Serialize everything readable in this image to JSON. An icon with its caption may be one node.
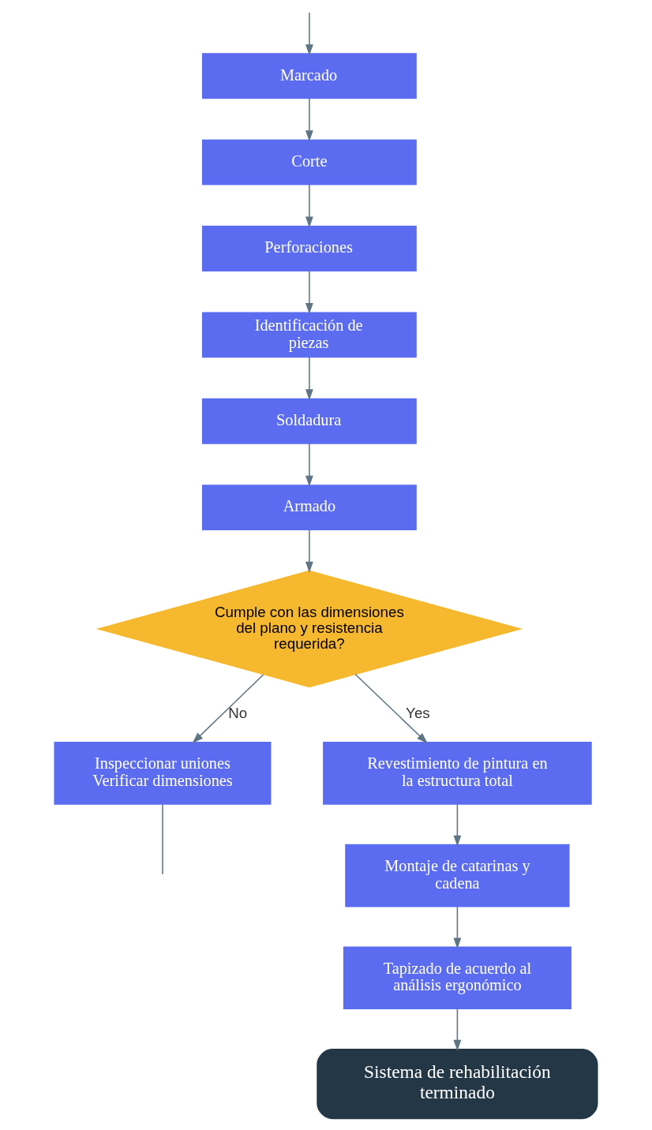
{
  "diagram": {
    "nodes": [
      {
        "text": [
          "Marcado"
        ]
      },
      {
        "text": [
          "Corte"
        ]
      },
      {
        "text": [
          "Perforaciones"
        ]
      },
      {
        "text": [
          "Identificación de piezas"
        ]
      },
      {
        "text": [
          "Soldadura"
        ]
      },
      {
        "text": [
          "Armado"
        ]
      },
      {
        "text": [
          "Cumple con las dimensiones del plano y resistencia requerida?"
        ]
      },
      {
        "text": [
          "Inspeccionar uniones",
          "Verificar dimensiones"
        ]
      },
      {
        "text": [
          "Revestimiento de pintura en la estructura total"
        ]
      },
      {
        "text": [
          "Montaje de catarinas y cadena"
        ]
      },
      {
        "text": [
          "Tapizado de acuerdo al análisis ergonómico"
        ]
      },
      {
        "text": [
          "Sistema de rehabilitación terminado"
        ]
      }
    ],
    "edges": [
      {
        "from": null,
        "to": 0,
        "arrow": "to"
      },
      {
        "from": 0,
        "to": 1,
        "arrow": "to"
      },
      {
        "from": 1,
        "to": 2,
        "arrow": "to"
      },
      {
        "from": 2,
        "to": 3,
        "arrow": "to"
      },
      {
        "from": 3,
        "to": 4,
        "arrow": "to"
      },
      {
        "from": 4,
        "to": 5,
        "arrow": "to"
      },
      {
        "from": 5,
        "to": 6,
        "arrow": "to"
      },
      {
        "from": 6,
        "to": 7,
        "arrow": "to",
        "label": "No"
      },
      {
        "from": 7,
        "to": null,
        "arrow": "none"
      },
      {
        "from": 6,
        "to": 8,
        "arrow": "to",
        "label": "Yes"
      },
      {
        "from": 8,
        "to": 9,
        "arrow": "to"
      },
      {
        "from": 9,
        "to": 10,
        "arrow": "to"
      },
      {
        "from": 10,
        "to": 11,
        "arrow": "to"
      }
    ]
  }
}
